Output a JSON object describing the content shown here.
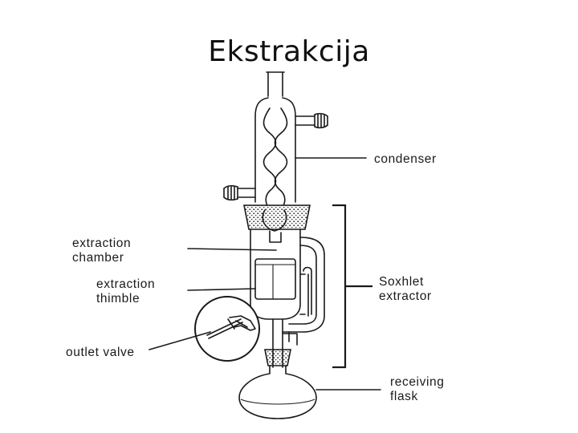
{
  "title": "Ekstrakcija",
  "labels": {
    "condenser": "condenser",
    "extraction_chamber_line1": "extraction",
    "extraction_chamber_line2": "chamber",
    "extraction_thimble_line1": "extraction",
    "extraction_thimble_line2": "thimble",
    "soxhlet_line1": "Soxhlet",
    "soxhlet_line2": "extractor",
    "outlet_valve": "outlet valve",
    "receiving_flask_line1": "receiving",
    "receiving_flask_line2": "flask"
  }
}
